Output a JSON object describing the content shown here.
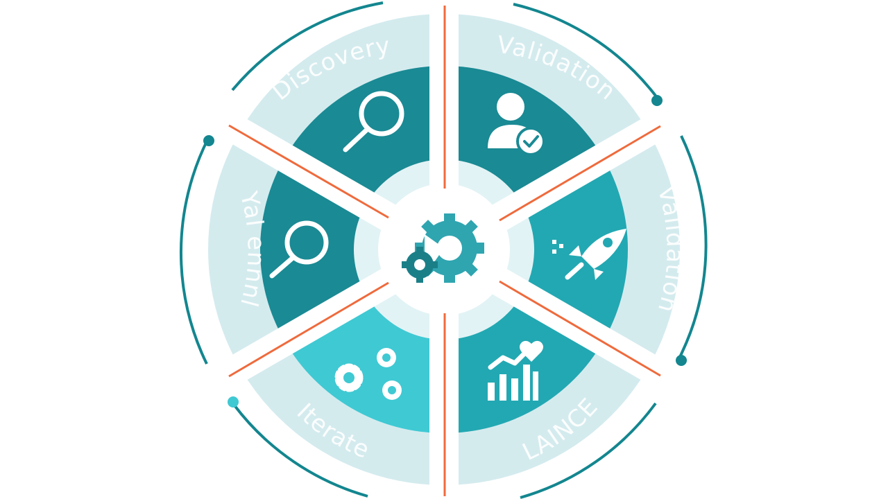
{
  "diagram": {
    "colors": {
      "outer_ring": "#d4ebee",
      "mid_dark": "#1a8a94",
      "mid_teal": "#22a8b2",
      "mid_light": "#3fc9d3",
      "inner_ring": "#e2f3f5",
      "hub_icon": "#2fa5b0",
      "hub_icon_dark": "#1b7f88",
      "divider": "#ef6a3c",
      "orbit": "#13868f",
      "label": "#ffffff"
    },
    "segments": [
      {
        "label": "Discovery",
        "icon": "magnifier-icon"
      },
      {
        "label": "Validation",
        "icon": "user-check-icon"
      },
      {
        "label": "Validation",
        "icon": "rocket-icon"
      },
      {
        "label": "LAINCE",
        "icon": "bar-chart-heart-icon"
      },
      {
        "label": "Iterate",
        "icon": "gears-icon"
      },
      {
        "label": "Yal ennnl",
        "icon": "magnifier-icon"
      }
    ],
    "hub_icon": "gears-icon"
  }
}
